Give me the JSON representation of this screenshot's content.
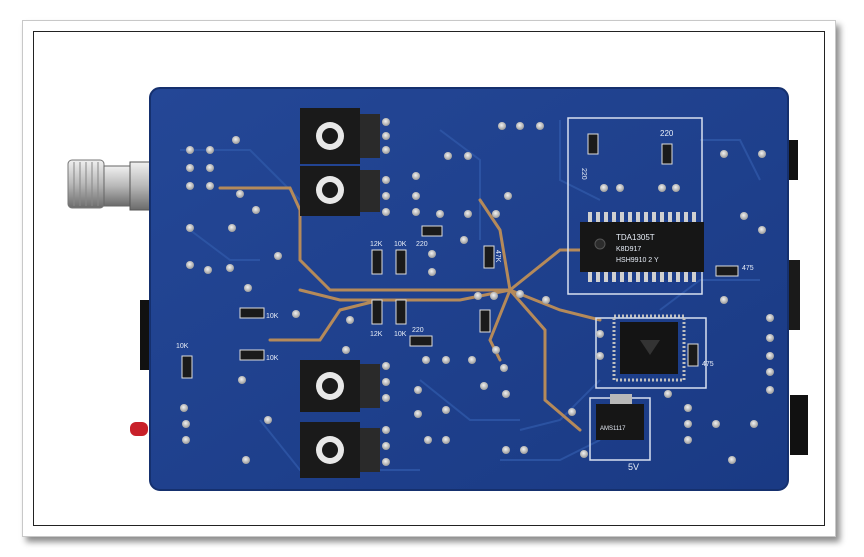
{
  "image": {
    "subject": "blue-pcb-underside",
    "colors": {
      "board": "#1f3f8a",
      "board_dark": "#173378",
      "trace": "#2a4f9c",
      "copper_trace": "#b58a5a",
      "silk": "#e8eef8",
      "pad": "#d8d8d8",
      "ic": "#1a1a1a",
      "led": "#c8202a"
    }
  },
  "silkscreen": {
    "ic1_line1": "TDA1305T",
    "ic1_line2": "K8D917",
    "ic1_line3": "HSH9910 2 Y",
    "r_220_top": "220",
    "r_220_left": "220",
    "r_47k": "47K",
    "r_12k": "12K",
    "r_10k_a": "10K",
    "r_220_mid": "220",
    "r_12k_b": "12K",
    "r_10k_b": "10K",
    "r_220_b": "220",
    "r_10k_left_a": "10K",
    "r_10k_left_b": "10K",
    "r_10k_vert": "10K",
    "r_475_a": "475",
    "r_475_b": "475",
    "reg_text": "AMS1117",
    "label_5v": "5V"
  }
}
